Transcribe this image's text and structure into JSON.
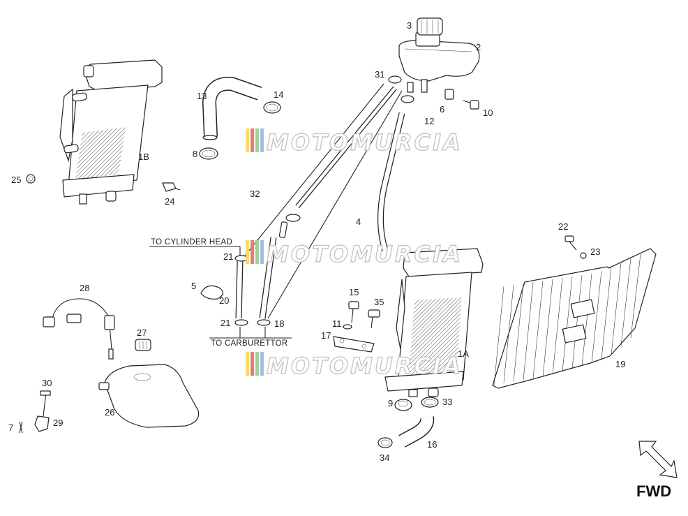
{
  "callouts": {
    "c1A": "1A",
    "c1B": "1B",
    "c2": "2",
    "c3": "3",
    "c4": "4",
    "c5": "5",
    "c6": "6",
    "c7": "7",
    "c8": "8",
    "c9": "9",
    "c10": "10",
    "c11": "11",
    "c12": "12",
    "c13": "13",
    "c14": "14",
    "c15": "15",
    "c16": "16",
    "c17": "17",
    "c18": "18",
    "c19": "19",
    "c20": "20",
    "c21a": "21",
    "c21b": "21",
    "c22": "22",
    "c23": "23",
    "c24": "24",
    "c25": "25",
    "c26": "26",
    "c27": "27",
    "c28": "28",
    "c29": "29",
    "c30": "30",
    "c31": "31",
    "c32": "32",
    "c33": "33",
    "c34": "34",
    "c35": "35"
  },
  "notes": {
    "to_cylinder_head": "TO CYLINDER HEAD",
    "to_carburettor": "TO CARBURETTOR"
  },
  "direction": {
    "label": "FWD"
  },
  "watermark": {
    "text": "MOTOMURCIA",
    "colors": [
      "#f1dd6a",
      "#e97a72",
      "#9fd09a",
      "#a7bde6"
    ]
  }
}
